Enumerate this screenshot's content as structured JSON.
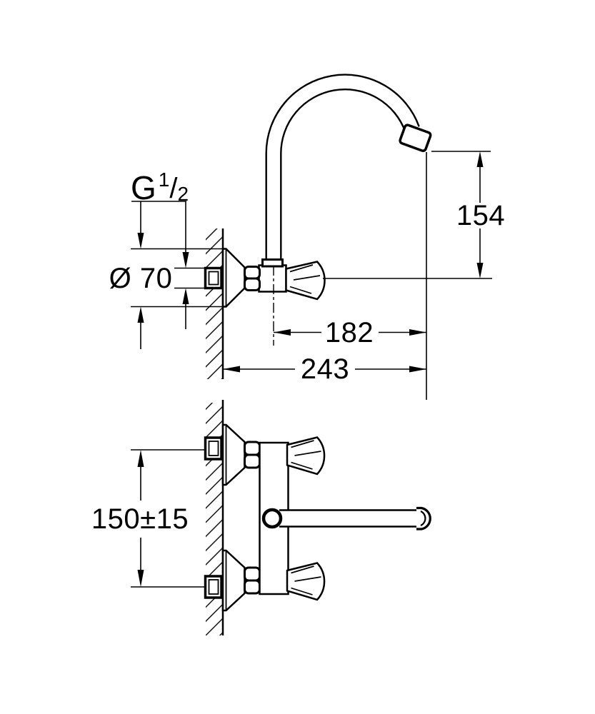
{
  "labels": {
    "thread": {
      "prefix": "G",
      "numerator": "1",
      "slash": "/",
      "denominator": "2"
    },
    "diameter": "Ø 70",
    "height": "154",
    "reach": "182",
    "projection": "243",
    "centers": "150±15"
  },
  "colors": {
    "line": "#000000",
    "background": "#ffffff"
  }
}
